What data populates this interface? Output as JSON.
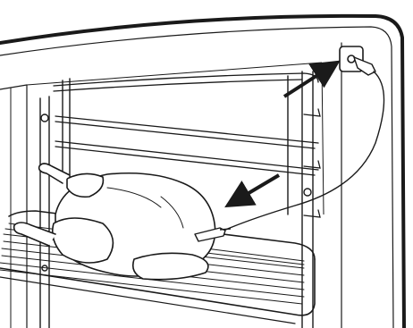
{
  "illustration": {
    "subject": "oven-meat-probe-in-chicken",
    "colors": {
      "line": "#1a1a1a",
      "fill": "#ffffff",
      "arrow": "#1a1a1a"
    },
    "parts": {
      "oven_cavity": "oven-cavity",
      "shelf_supports": "shelf-support-rails",
      "wire_rack": "wire-rack",
      "chicken": "roast-chicken",
      "probe": "meat-probe",
      "socket": "probe-socket",
      "cable": "probe-cable",
      "arrow_to_socket": "arrow-to-socket",
      "arrow_to_chicken": "arrow-to-chicken"
    }
  }
}
